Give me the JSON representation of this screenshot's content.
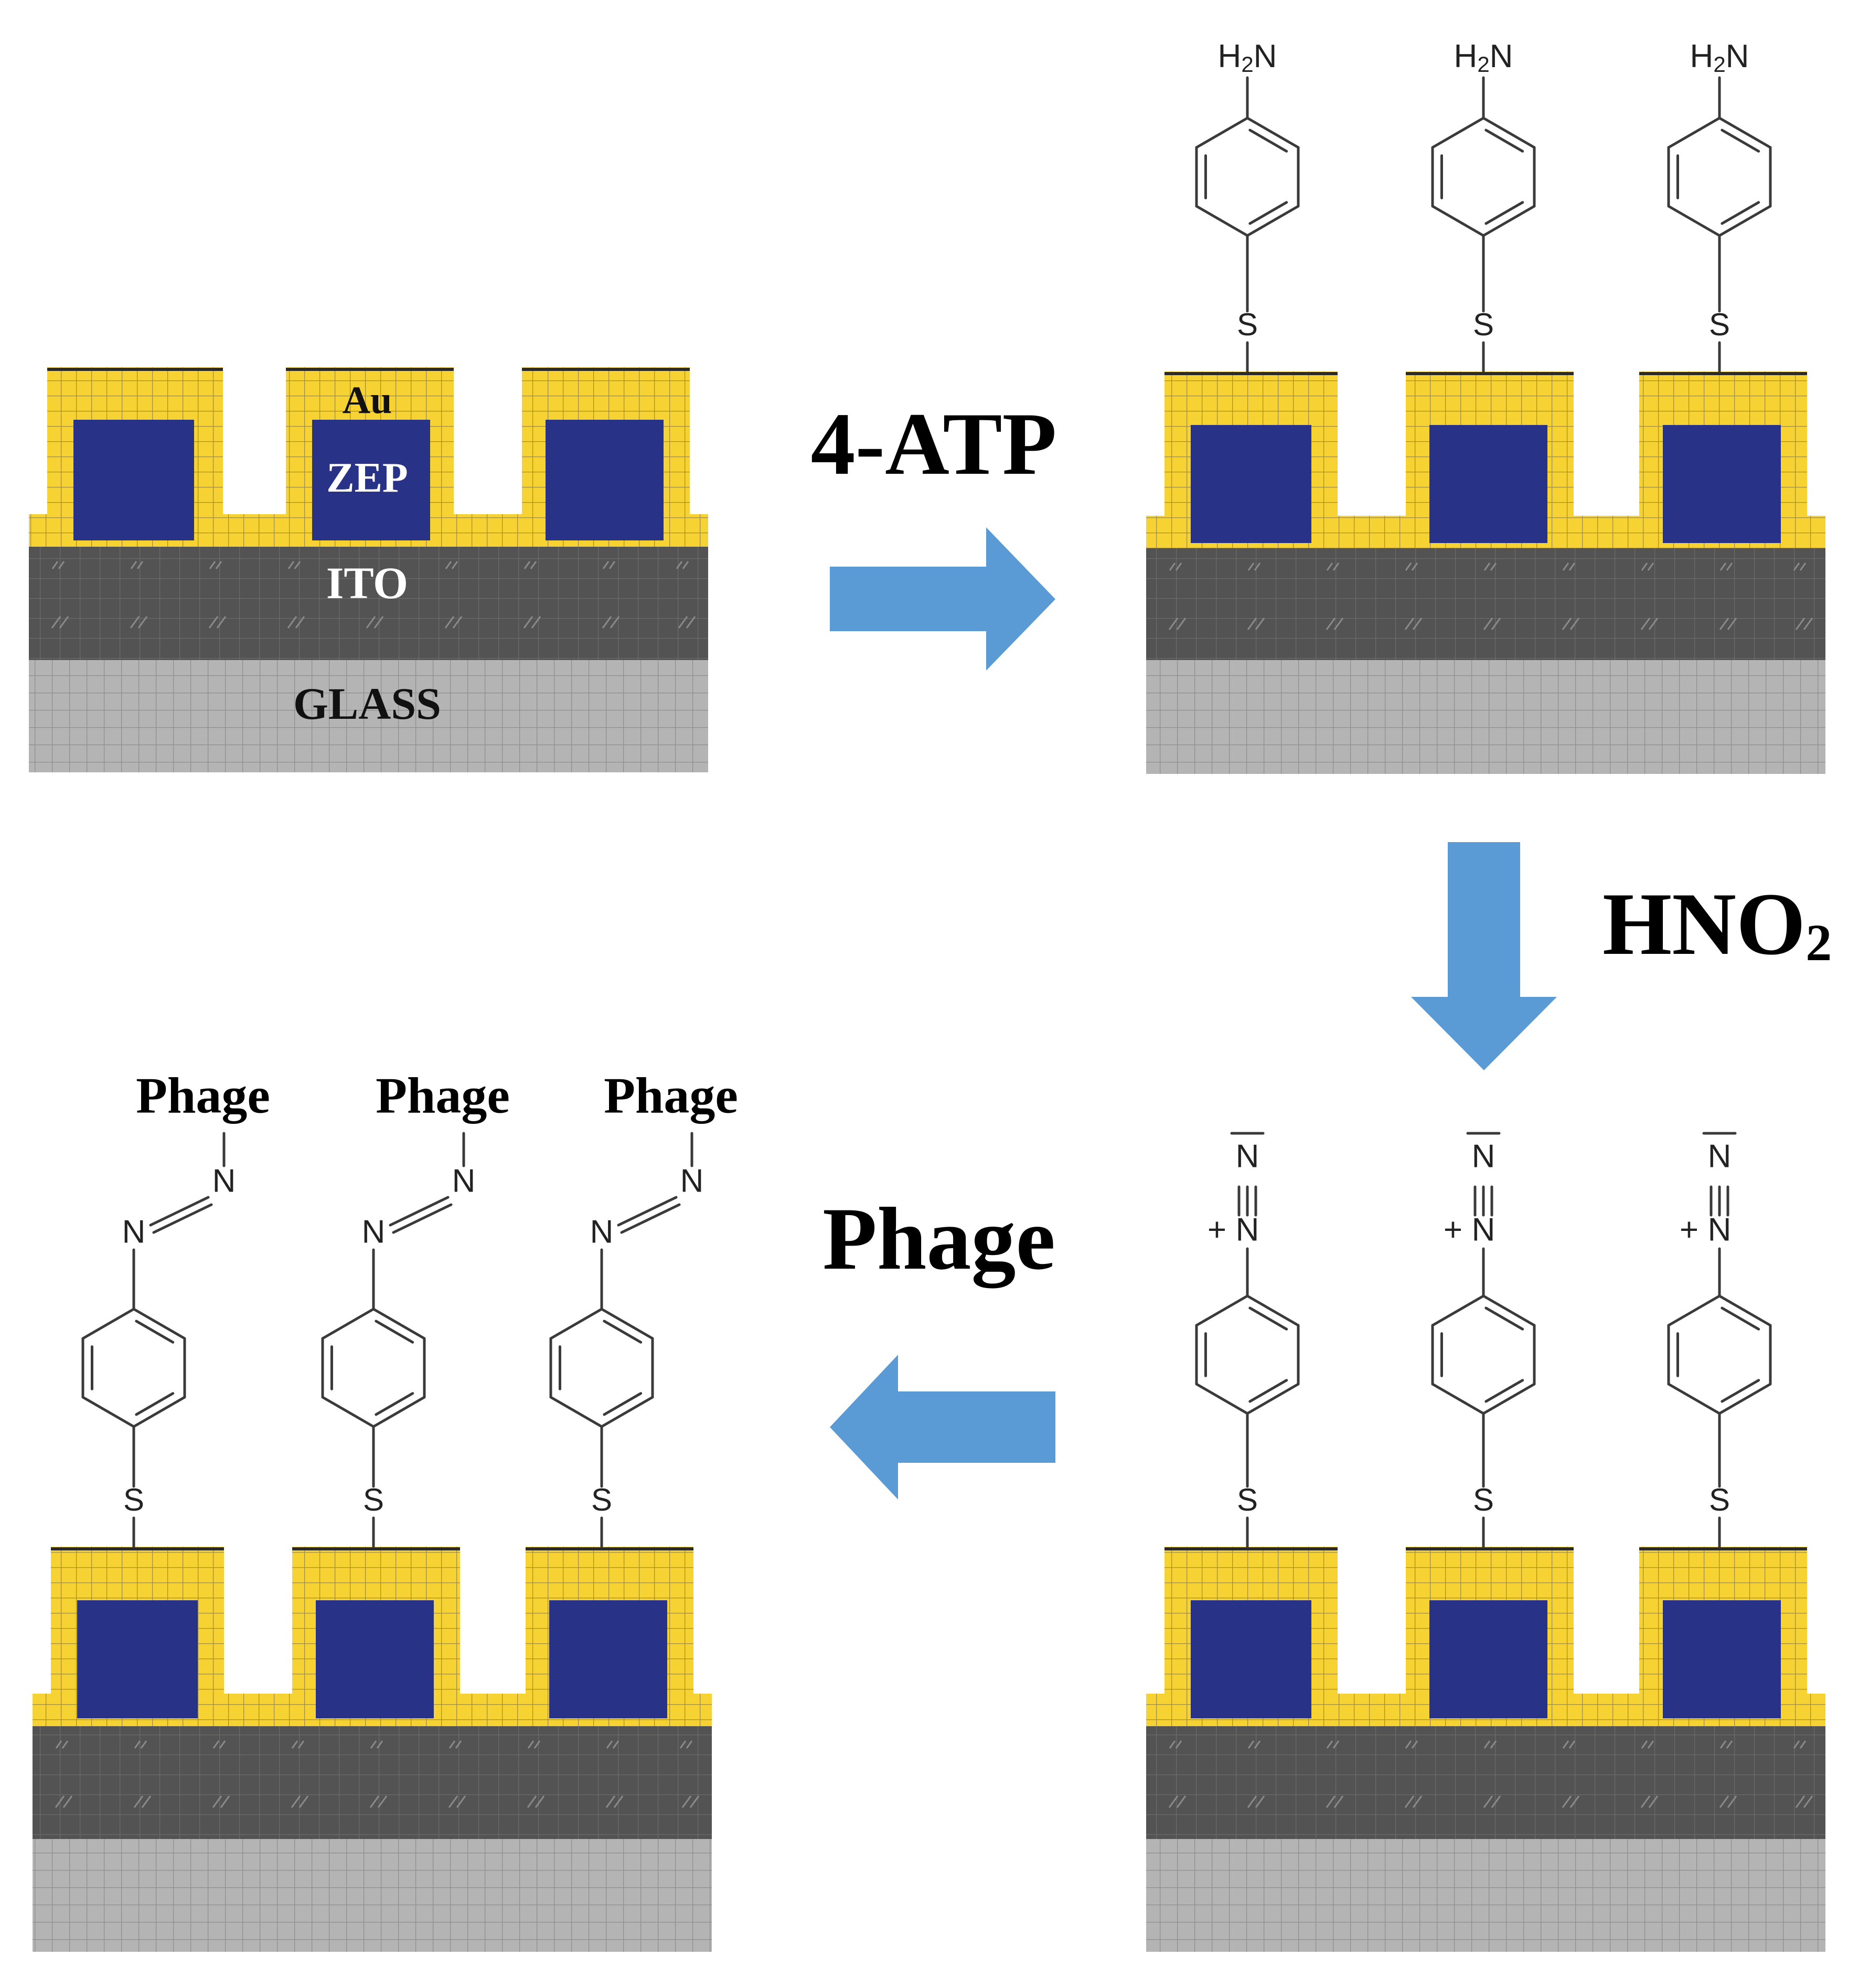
{
  "colors": {
    "gold": "#f6d232",
    "gold_grid": "#a08c3c",
    "zep": "#283287",
    "ito": "#535353",
    "ito_grid": "#6b6b6b",
    "glass": "#b4b4b4",
    "glass_grid": "#8e8e8e",
    "arrow": "#5b9bd5",
    "bond": "#3a3a3a"
  },
  "layer_labels": {
    "au": "Au",
    "zep": "ZEP",
    "ito": "ITO",
    "glass": "GLASS"
  },
  "steps": {
    "atp": "4-ATP",
    "hno2_main": "HNO",
    "hno2_sub": "2",
    "phage": "Phage"
  },
  "atoms": {
    "h": "H",
    "two": "2",
    "n": "N",
    "s": "S",
    "plus": "+",
    "phage_label": "Phage"
  }
}
